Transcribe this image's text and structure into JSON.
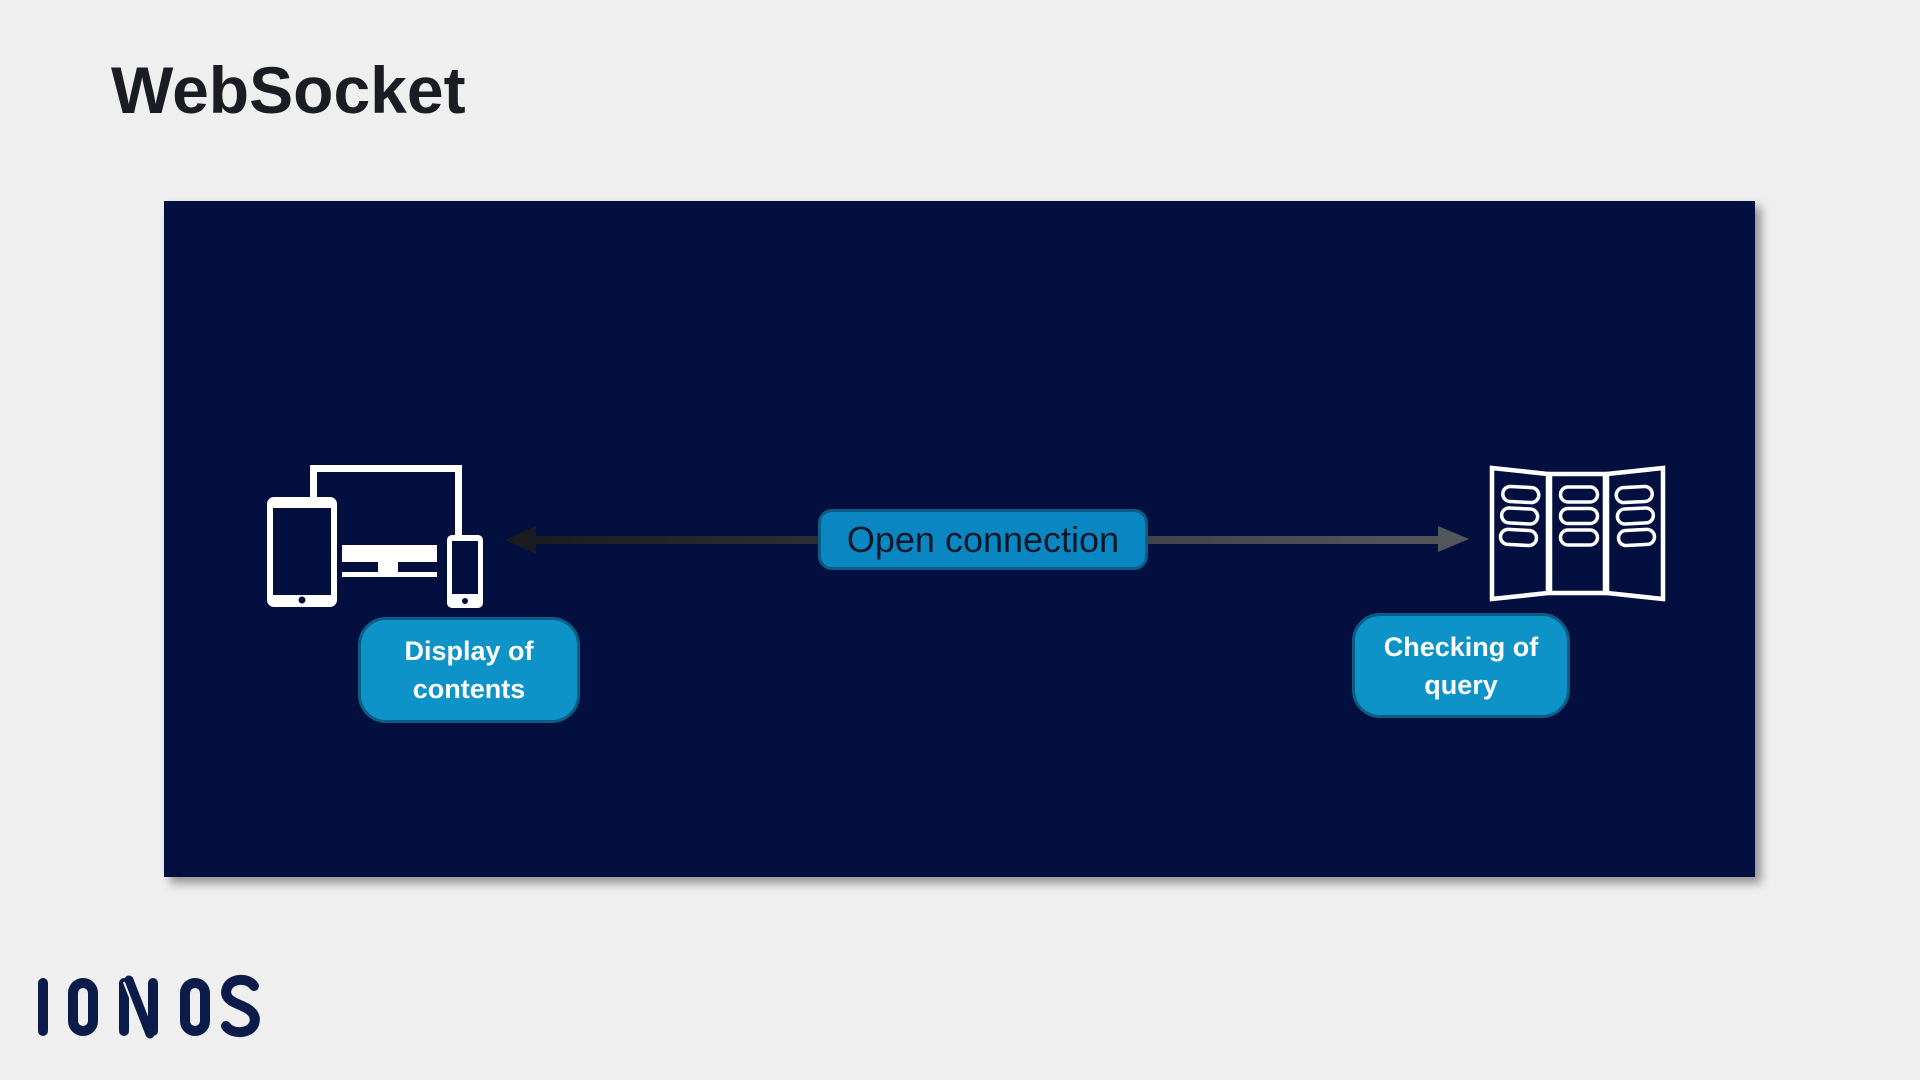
{
  "page": {
    "title": "WebSocket",
    "background_color": "#efefef"
  },
  "diagram": {
    "panel_color": "#03103f",
    "accent_color": "#0e93c9",
    "arrow_color_left": "#1a1c20",
    "arrow_color_right": "#53565a",
    "connection_label": "Open connection",
    "left_node": {
      "icon": "devices-icon",
      "label": "Display of contents"
    },
    "right_node": {
      "icon": "server-icon",
      "label": "Checking of query"
    }
  },
  "branding": {
    "logo_text": "IONOS",
    "logo_color": "#0d1b4a"
  }
}
